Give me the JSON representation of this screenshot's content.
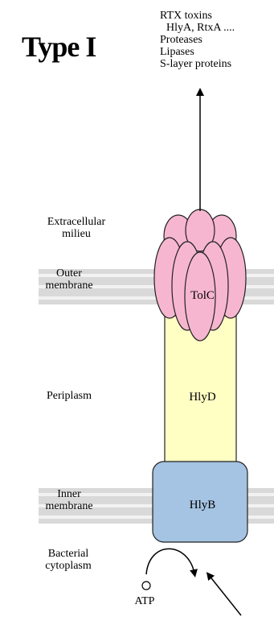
{
  "title": "Type I",
  "secreted_products": {
    "line1": "RTX toxins",
    "line2": "HlyA, RtxA  ....",
    "line3": "Proteases",
    "line4": "Lipases",
    "line5": "S-layer proteins"
  },
  "regions": {
    "extracellular_line1": "Extracellular",
    "extracellular_line2": "milieu",
    "outer_membrane_line1": "Outer",
    "outer_membrane_line2": "membrane",
    "periplasm": "Periplasm",
    "inner_membrane_line1": "Inner",
    "inner_membrane_line2": "membrane",
    "cytoplasm_line1": "Bacterial",
    "cytoplasm_line2": "cytoplasm"
  },
  "components": {
    "tolc": "TolC",
    "hlyd": "HlyD",
    "hlyb": "HlyB",
    "atp": "ATP"
  },
  "colors": {
    "membrane": "#d9d9d9",
    "membrane_stripe": "#f2f2f2",
    "tolc": "#f7b6cf",
    "hlyd": "#ffffc4",
    "hlyb": "#a5c3e2",
    "outline": "#222222"
  }
}
